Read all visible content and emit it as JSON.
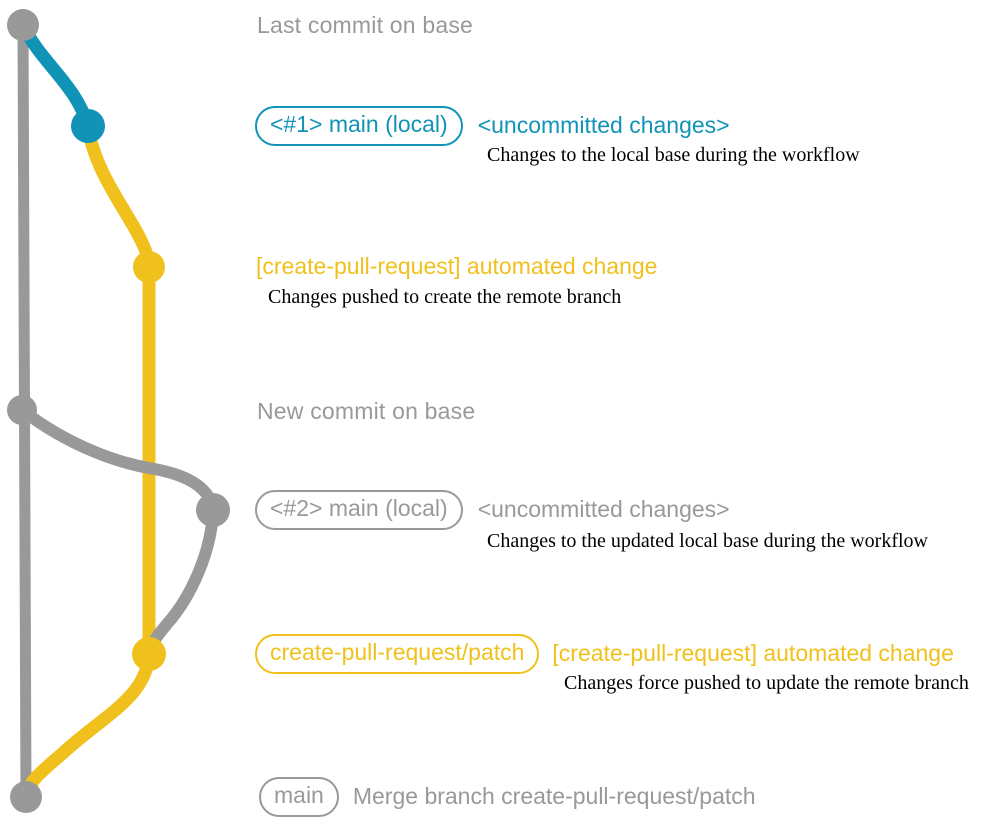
{
  "colors": {
    "gray": "#999999",
    "blue": "#1193b7",
    "yellow": "#f0c11c",
    "ink": "#000000",
    "bg": "#ffffff"
  },
  "diagram": {
    "type": "git-graph",
    "description_of_pixels": "Commit graph with a gray base branch, a blue local-main segment, and a yellow create-pull-request/patch branch",
    "commits": [
      {
        "id": "last-commit-on-base",
        "branch_color": "gray"
      },
      {
        "id": "local-main-1-uncommitted",
        "branch_color": "blue"
      },
      {
        "id": "automated-change-1",
        "branch_color": "yellow"
      },
      {
        "id": "new-commit-on-base",
        "branch_color": "gray"
      },
      {
        "id": "local-main-2-uncommitted",
        "branch_color": "gray"
      },
      {
        "id": "automated-change-2-force-push",
        "branch_color": "yellow"
      },
      {
        "id": "merge-commit",
        "branch_color": "gray"
      }
    ]
  },
  "rows": {
    "last_commit": {
      "title": "Last commit on base"
    },
    "local_1": {
      "badge": "<#1> main (local)",
      "tag": "<uncommitted changes>",
      "caption": "Changes to the local base during the workflow"
    },
    "automated_1": {
      "label": "[create-pull-request] automated change",
      "caption": "Changes pushed to create the remote branch"
    },
    "new_commit": {
      "title": "New commit on base"
    },
    "local_2": {
      "badge": "<#2> main (local)",
      "tag": "<uncommitted changes>",
      "caption": "Changes to the updated local base during the workflow"
    },
    "automated_2": {
      "badge": "create-pull-request/patch",
      "label": "[create-pull-request] automated change",
      "caption": "Changes force pushed to update the remote branch"
    },
    "merge": {
      "badge": "main",
      "label": "Merge branch create-pull-request/patch"
    }
  }
}
